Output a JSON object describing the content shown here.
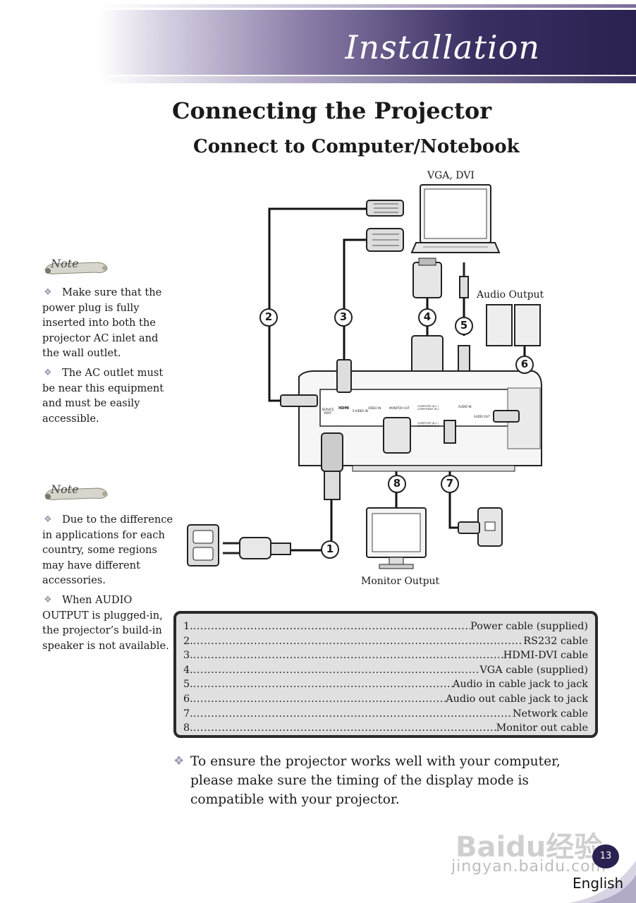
{
  "header": {
    "section_title": "Installation"
  },
  "page": {
    "title": "Connecting the Projector",
    "subtitle": "Connect to Computer/Notebook"
  },
  "notes": [
    {
      "badge_text": "Note",
      "items": [
        "Make sure that the power plug is fully inserted into both the projector AC inlet and the wall outlet.",
        "The AC outlet must be near this equipment and must be easily accessible."
      ]
    },
    {
      "badge_text": "Note",
      "items": [
        "Due to the difference in applications for each country, some regions may have different accessories.",
        "When AUDIO OUTPUT is plugged-in, the projector’s build-in speaker is not available."
      ]
    }
  ],
  "diagram": {
    "label_vga_dvi": "VGA, DVI",
    "label_audio_output": "Audio Output",
    "label_monitor_output": "Monitor Output",
    "callouts": [
      "1",
      "2",
      "3",
      "4",
      "5",
      "6",
      "7",
      "8"
    ],
    "port_labels": {
      "service_port": "SERVICE PORT",
      "hdmi": "HDMI",
      "s_video_in": "S-VIDEO IN",
      "video_in": "VIDEO IN",
      "monitor_out": "MONITOR OUT",
      "computer_in_1": "COMPUTER IN 1 / COMPONENT IN 1",
      "computer_in_2": "COMPUTER IN 2 / COMPONENT IN 2",
      "audio_in": "AUDIO IN",
      "audio_out": "AUDIO OUT"
    }
  },
  "legend": [
    {
      "num": "1.",
      "desc": "Power cable (supplied)"
    },
    {
      "num": "2.",
      "desc": "RS232 cable"
    },
    {
      "num": "3.",
      "desc": "HDMI-DVI cable"
    },
    {
      "num": "4.",
      "desc": "VGA cable (supplied)"
    },
    {
      "num": "5.",
      "desc": "Audio in cable jack to jack"
    },
    {
      "num": "6.",
      "desc": "Audio out cable jack to jack"
    },
    {
      "num": "7.",
      "desc": "Network cable"
    },
    {
      "num": "8.",
      "desc": "Monitor out cable"
    }
  ],
  "bottom_note": "To ensure the projector works well with your computer, please make sure the timing of the display mode is compatible with your projector.",
  "footer": {
    "page_number": "13",
    "language": "English"
  },
  "watermark": {
    "text": "jingyan.baidu.com",
    "logo_text": "Baidu经验"
  },
  "colors": {
    "banner_dark": "#2a2150",
    "banner_mid": "#8b7ea8",
    "legend_bg": "#e0e0e0",
    "bullet": "#9a98b0"
  }
}
